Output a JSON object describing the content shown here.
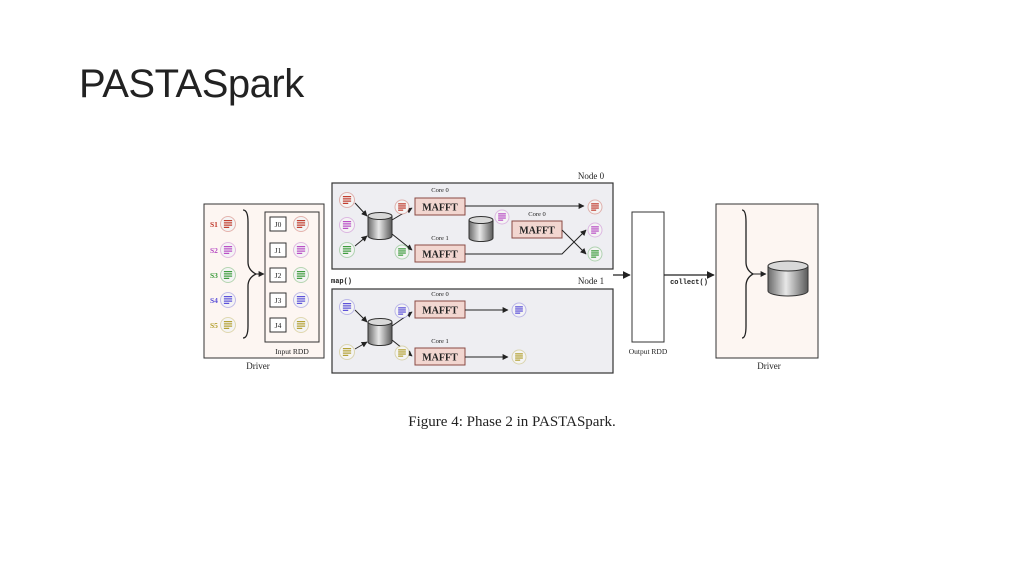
{
  "title": "PASTASpark",
  "caption": "Figure 4: Phase 2 in PASTASpark.",
  "labels": {
    "driver_left": "Driver",
    "driver_right": "Driver",
    "input_rdd": "Input RDD",
    "output_rdd": "Output RDD",
    "node0": "Node 0",
    "node1": "Node 1",
    "map": "map()",
    "collect": "collect()",
    "n0_core0": "Core 0",
    "n0_core1": "Core 1",
    "n0_core0b": "Core 0",
    "n1_core0": "Core 0",
    "n1_core1": "Core 1",
    "mafft": "MAFFT"
  },
  "subsets": [
    {
      "label": "S1",
      "color": "#c0392b"
    },
    {
      "label": "S2",
      "color": "#b84cc4"
    },
    {
      "label": "S3",
      "color": "#3a9a3a"
    },
    {
      "label": "S4",
      "color": "#5a4ed8"
    },
    {
      "label": "S5",
      "color": "#b3a030"
    }
  ],
  "jobs": [
    "J0",
    "J1",
    "J2",
    "J3",
    "J4"
  ],
  "colors": {
    "panel_bg": "#eeeef2",
    "driver_bg": "#fdf6f2",
    "mafft_fill": "#f2d6d0",
    "mafft_stroke": "#8a4a44"
  }
}
